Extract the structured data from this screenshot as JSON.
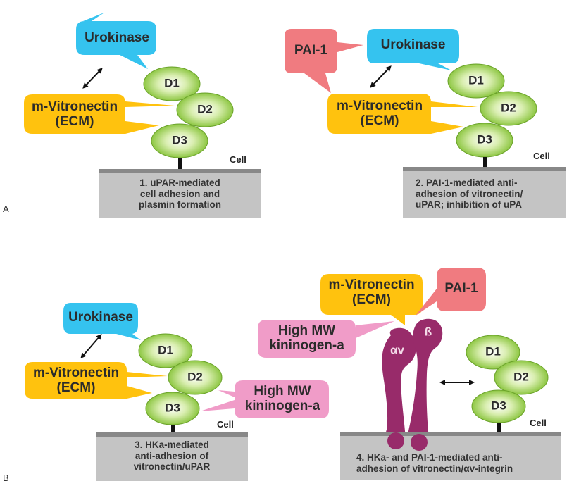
{
  "figure": {
    "panel_letters": [
      "A",
      "B"
    ],
    "colors": {
      "urokinase": "#35c3ef",
      "vitronectin": "#ffc20e",
      "pai1": "#f07b80",
      "kininogen": "#f09cc8",
      "domain_green": "#8cc63f",
      "integrin": "#982b6a",
      "cell_box": "#c4c4c4",
      "cell_membrane": "#888888"
    },
    "labels": {
      "urokinase": "Urokinase",
      "vitronectin_line1": "m-Vitronectin",
      "vitronectin_line2": "(ECM)",
      "pai1": "PAI-1",
      "kininogen_line1": "High MW",
      "kininogen_line2": "kininogen-a",
      "cell": "Cell",
      "domains": [
        "D1",
        "D2",
        "D3"
      ],
      "integrin_alpha": "αv",
      "integrin_beta": "ß"
    },
    "panels": [
      {
        "caption": [
          "1. uPAR-mediated",
          "cell adhesion and",
          "plasmin formation"
        ]
      },
      {
        "caption": [
          "2. PAI-1-mediated anti-",
          "adhesion of vitronectin/",
          "uPAR; inhibition of uPA"
        ]
      },
      {
        "caption": [
          "3. HKa-mediated",
          "anti-adhesion of",
          "vitronectin/uPAR"
        ]
      },
      {
        "caption": [
          "4. HKa- and PAI-1-mediated anti-",
          "adhesion of vitronectin/αv-integrin"
        ]
      }
    ]
  }
}
